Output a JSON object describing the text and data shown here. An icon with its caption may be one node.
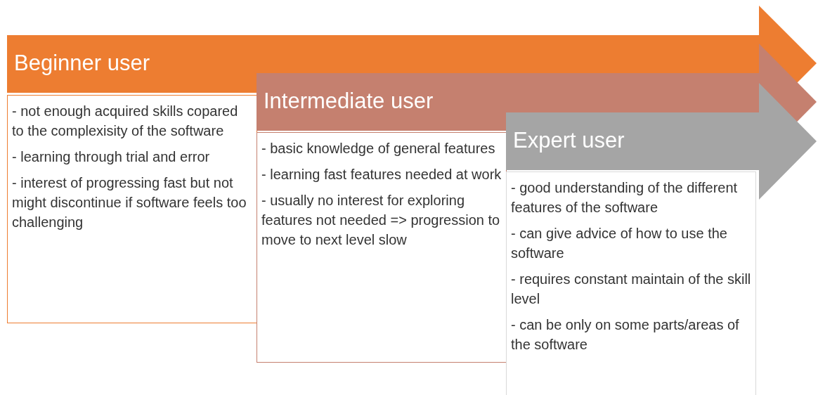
{
  "diagram": {
    "nodes": [
      {
        "text": [
          "Beginner user"
        ]
      },
      {
        "text": [
          "- not enough acquired skills copared to the complexisity of the software",
          "- learning through trial and error",
          "- interest of progressing fast but not might discontinue if software feels too challenging"
        ]
      },
      {
        "text": [
          "Intermediate user"
        ]
      },
      {
        "text": [
          "- basic knowledge of general features",
          "- learning fast features needed at work",
          "- usually no interest for exploring features not needed => progression to move to next level slow"
        ]
      },
      {
        "text": [
          "Expert user"
        ]
      },
      {
        "text": [
          "- good understanding of the different features of the software",
          "- can give advice of how to use the software",
          "- requires constant maintain of the skill level",
          "- can be only on some parts/areas of the software"
        ]
      }
    ],
    "edges": []
  }
}
